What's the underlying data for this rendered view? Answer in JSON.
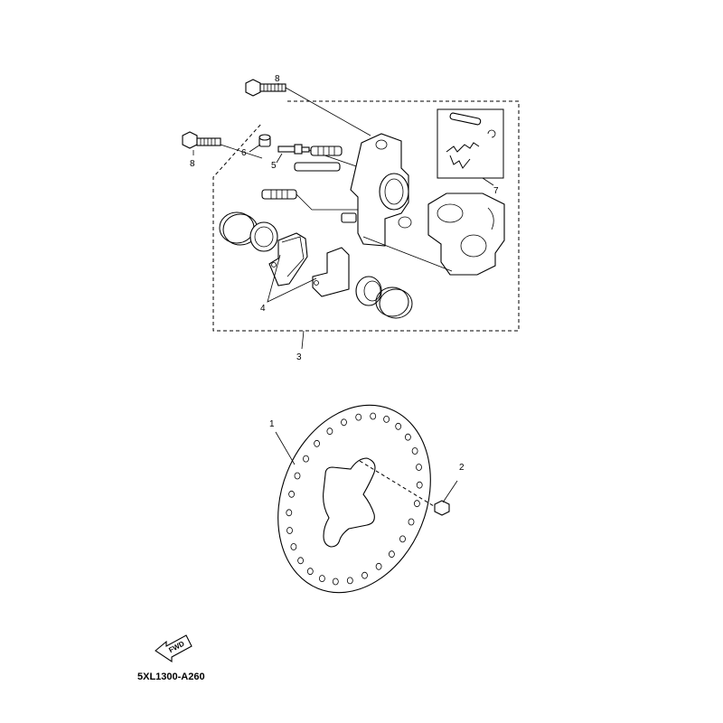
{
  "callouts": {
    "c1": "1",
    "c2": "2",
    "c3": "3",
    "c4": "4",
    "c5": "5",
    "c6": "6",
    "c7": "7",
    "c8a": "8",
    "c8b": "8"
  },
  "fwd_label": "FWD",
  "diagram_code": "5XL1300-A260"
}
